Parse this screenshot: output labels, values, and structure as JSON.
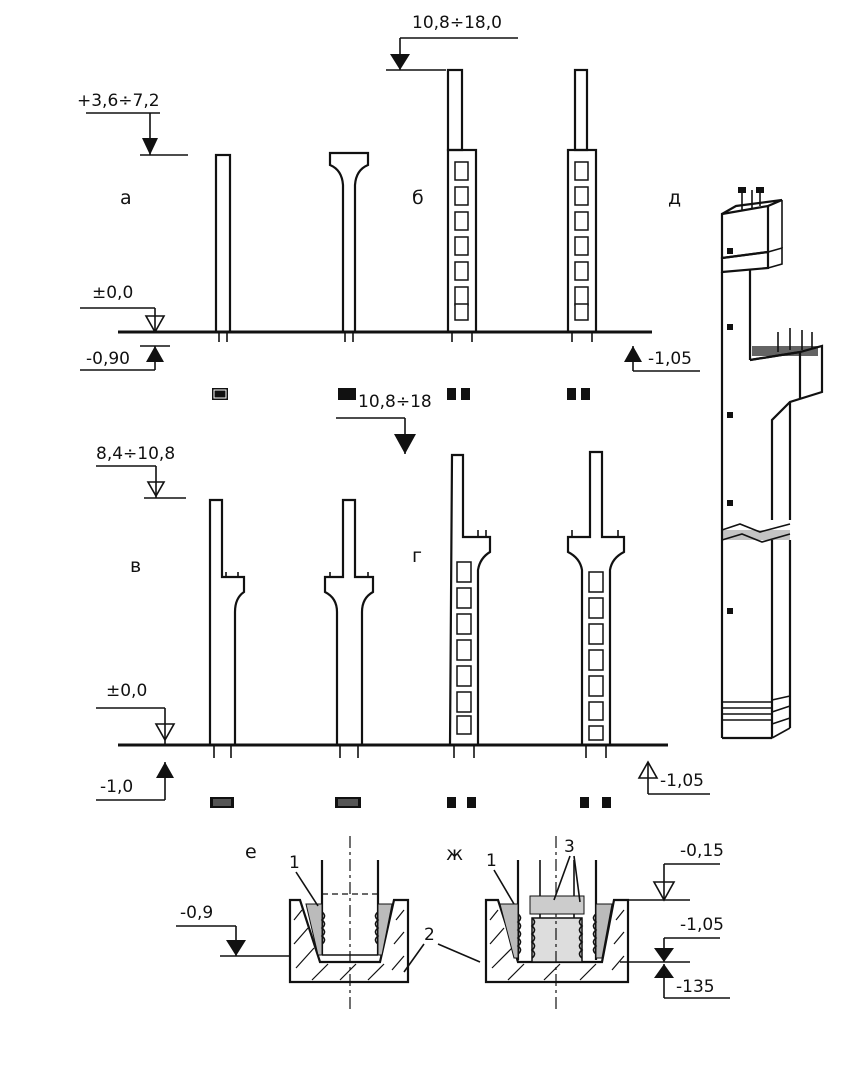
{
  "panel_labels": {
    "a": "а",
    "b": "б",
    "v": "в",
    "g": "г",
    "d": "д",
    "e": "е",
    "zh": "ж"
  },
  "levels": {
    "top_a": "+3,6÷7,2",
    "top_b": "10,8÷18,0",
    "zero_top": "±0,0",
    "minus_090": "-0,90",
    "minus_105_top": "-1,05",
    "top_v": "8,4÷10,8",
    "top_g": "10,8÷18",
    "zero_bottom": "±0,0",
    "minus_10": "-1,0",
    "minus_105_bottom": "-1,05",
    "e_level": "-0,9",
    "zh_015": "-0,15",
    "zh_105": "-1,05",
    "zh_135": "-135"
  },
  "callouts": {
    "one_e": "1",
    "one_zh": "1",
    "two": "2",
    "three": "3"
  },
  "icon_semantics": {
    "level_mark": "level-marker-icon",
    "section": "cross-section-icon"
  },
  "colors": {
    "ink": "#111111",
    "paper": "#ffffff"
  }
}
